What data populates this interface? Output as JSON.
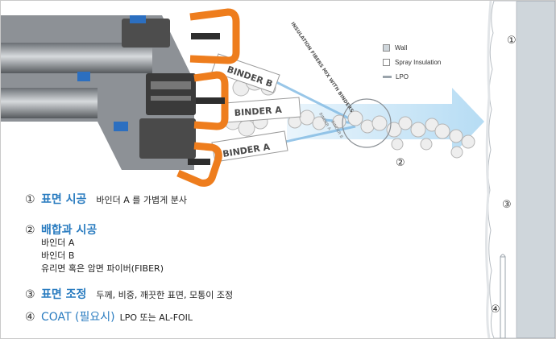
{
  "legend": {
    "wall": "Wall",
    "spray": "Spray Insulation",
    "lpo": "LPO"
  },
  "labels": {
    "binder_b": "BINDER B",
    "binder_a_top": "BINDER A",
    "binder_a_bottom": "BINDER A",
    "insulation_fibers": "INSULATION FIBERS MIX WITH BINDERS"
  },
  "markers": {
    "m1": "①",
    "m2": "②",
    "m3": "③",
    "m4": "④"
  },
  "steps": [
    {
      "num": "①",
      "title": "표면 시공",
      "desc": "바인더 A 를 가볍게 분사"
    },
    {
      "num": "②",
      "title": "배합과 시공",
      "lines": [
        "바인더 A",
        "바인더 B",
        "유리면 혹은 암면 파이버(FIBER)"
      ]
    },
    {
      "num": "③",
      "title": "표면 조정",
      "desc": "두께, 비중, 깨끗한 표면, 모통이 조정"
    },
    {
      "num": "④",
      "title": "COAT (필요시)",
      "desc": "LPO 또는 AL-FOIL"
    }
  ],
  "colors": {
    "accent": "#2a7cc0",
    "hose_orange": "#ee7d1d",
    "gun_dark": "#3a3a3a",
    "gun_grey": "#8d9196",
    "wall": "#cfd6db",
    "spray_arrow": "#bfe0f5",
    "fiber_cloud": "#e9e9e9"
  }
}
